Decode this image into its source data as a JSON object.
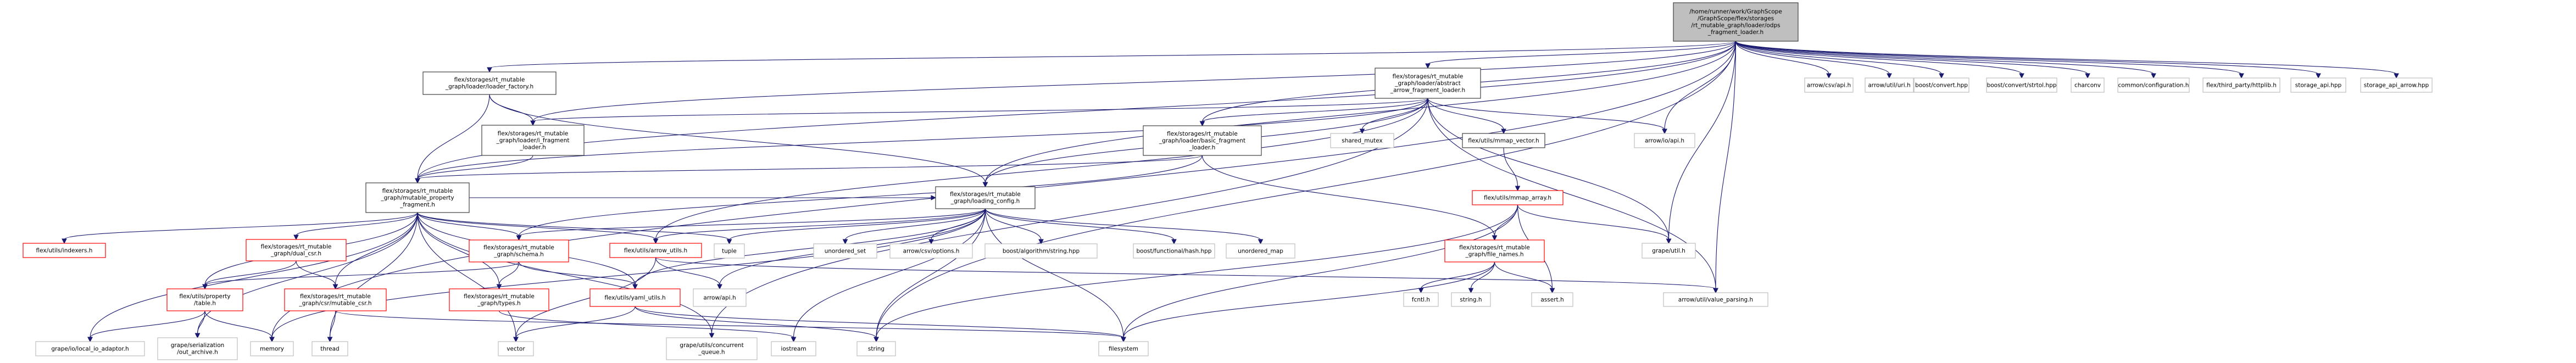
{
  "title": "Include dependency graph for odps_fragment_loader.h",
  "colors": {
    "edge": "#191970",
    "root_fill": "#bfbfbf",
    "documented_border": "#404040",
    "truncated_border": "#ff0000",
    "external_border": "#bfbfbf"
  },
  "nodes": [
    {
      "id": "root",
      "kind": "root",
      "lines": [
        "/home/runner/work/GraphScope",
        "/GraphScope/flex/storages",
        "/rt_mutable_graph/loader/odps",
        "_fragment_loader.h"
      ]
    },
    {
      "id": "loader_factory",
      "kind": "doc",
      "lines": [
        "flex/storages/rt_mutable",
        "_graph/loader/loader_factory.h"
      ]
    },
    {
      "id": "abstract_loader",
      "kind": "doc",
      "lines": [
        "flex/storages/rt_mutable",
        "_graph/loader/abstract",
        "_arrow_fragment_loader.h"
      ]
    },
    {
      "id": "arrow_csv_api",
      "kind": "ext",
      "lines": [
        "arrow/csv/api.h"
      ]
    },
    {
      "id": "arrow_util_uri",
      "kind": "ext",
      "lines": [
        "arrow/util/uri.h"
      ]
    },
    {
      "id": "boost_convert",
      "kind": "ext",
      "lines": [
        "boost/convert.hpp"
      ]
    },
    {
      "id": "boost_convert_strtol",
      "kind": "ext",
      "lines": [
        "boost/convert/strtol.hpp"
      ]
    },
    {
      "id": "charconv",
      "kind": "ext",
      "lines": [
        "charconv"
      ]
    },
    {
      "id": "common_configuration",
      "kind": "ext",
      "lines": [
        "common/configuration.h"
      ]
    },
    {
      "id": "httplib",
      "kind": "ext",
      "lines": [
        "flex/third_party/httplib.h"
      ]
    },
    {
      "id": "storage_api",
      "kind": "ext",
      "lines": [
        "storage_api.hpp"
      ]
    },
    {
      "id": "storage_api_arrow",
      "kind": "ext",
      "lines": [
        "storage_api_arrow.hpp"
      ]
    },
    {
      "id": "i_fragment_loader",
      "kind": "doc",
      "lines": [
        "flex/storages/rt_mutable",
        "_graph/loader/i_fragment",
        "_loader.h"
      ]
    },
    {
      "id": "basic_fragment_loader",
      "kind": "doc",
      "lines": [
        "flex/storages/rt_mutable",
        "_graph/loader/basic_fragment",
        "_loader.h"
      ]
    },
    {
      "id": "shared_mutex",
      "kind": "ext",
      "lines": [
        "shared_mutex"
      ]
    },
    {
      "id": "mmap_vector",
      "kind": "doc",
      "lines": [
        "flex/utils/mmap_vector.h"
      ]
    },
    {
      "id": "arrow_io_api",
      "kind": "ext",
      "lines": [
        "arrow/io/api.h"
      ]
    },
    {
      "id": "mutable_property_fragment",
      "kind": "doc",
      "lines": [
        "flex/storages/rt_mutable",
        "_graph/mutable_property",
        "_fragment.h"
      ]
    },
    {
      "id": "loading_config",
      "kind": "doc",
      "lines": [
        "flex/storages/rt_mutable",
        "_graph/loading_config.h"
      ]
    },
    {
      "id": "mmap_array",
      "kind": "trunc",
      "lines": [
        "flex/utils/mmap_array.h"
      ]
    },
    {
      "id": "indexers",
      "kind": "trunc",
      "lines": [
        "flex/utils/indexers.h"
      ]
    },
    {
      "id": "dual_csr",
      "kind": "trunc",
      "lines": [
        "flex/storages/rt_mutable",
        "_graph/dual_csr.h"
      ]
    },
    {
      "id": "schema",
      "kind": "trunc",
      "lines": [
        "flex/storages/rt_mutable",
        "_graph/schema.h"
      ]
    },
    {
      "id": "arrow_utils",
      "kind": "trunc",
      "lines": [
        "flex/utils/arrow_utils.h"
      ]
    },
    {
      "id": "tuple",
      "kind": "ext",
      "lines": [
        "tuple"
      ]
    },
    {
      "id": "unordered_set",
      "kind": "ext",
      "lines": [
        "unordered_set"
      ]
    },
    {
      "id": "arrow_csv_options",
      "kind": "ext",
      "lines": [
        "arrow/csv/options.h"
      ]
    },
    {
      "id": "boost_algorithm_string",
      "kind": "ext",
      "lines": [
        "boost/algorithm/string.hpp"
      ]
    },
    {
      "id": "boost_functional_hash",
      "kind": "ext",
      "lines": [
        "boost/functional/hash.hpp"
      ]
    },
    {
      "id": "unordered_map",
      "kind": "ext",
      "lines": [
        "unordered_map"
      ]
    },
    {
      "id": "file_names",
      "kind": "trunc",
      "lines": [
        "flex/storages/rt_mutable",
        "_graph/file_names.h"
      ]
    },
    {
      "id": "grape_util",
      "kind": "ext",
      "lines": [
        "grape/util.h"
      ]
    },
    {
      "id": "property_table",
      "kind": "trunc",
      "lines": [
        "flex/utils/property",
        "/table.h"
      ]
    },
    {
      "id": "mutable_csr",
      "kind": "trunc",
      "lines": [
        "flex/storages/rt_mutable",
        "_graph/csr/mutable_csr.h"
      ]
    },
    {
      "id": "types",
      "kind": "trunc",
      "lines": [
        "flex/storages/rt_mutable",
        "_graph/types.h"
      ]
    },
    {
      "id": "yaml_utils",
      "kind": "trunc",
      "lines": [
        "flex/utils/yaml_utils.h"
      ]
    },
    {
      "id": "arrow_api",
      "kind": "ext",
      "lines": [
        "arrow/api.h"
      ]
    },
    {
      "id": "fcntl",
      "kind": "ext",
      "lines": [
        "fcntl.h"
      ]
    },
    {
      "id": "string_h",
      "kind": "ext",
      "lines": [
        "string.h"
      ]
    },
    {
      "id": "assert_h",
      "kind": "ext",
      "lines": [
        "assert.h"
      ]
    },
    {
      "id": "value_parsing",
      "kind": "ext",
      "lines": [
        "arrow/util/value_parsing.h"
      ]
    },
    {
      "id": "local_io_adaptor",
      "kind": "ext",
      "lines": [
        "grape/io/local_io_adaptor.h"
      ]
    },
    {
      "id": "out_archive",
      "kind": "ext",
      "lines": [
        "grape/serialization",
        "/out_archive.h"
      ]
    },
    {
      "id": "memory",
      "kind": "ext",
      "lines": [
        "memory"
      ]
    },
    {
      "id": "thread",
      "kind": "ext",
      "lines": [
        "thread"
      ]
    },
    {
      "id": "vector",
      "kind": "ext",
      "lines": [
        "vector"
      ]
    },
    {
      "id": "concurrent_queue",
      "kind": "ext",
      "lines": [
        "grape/utils/concurrent",
        "_queue.h"
      ]
    },
    {
      "id": "iostream",
      "kind": "ext",
      "lines": [
        "iostream"
      ]
    },
    {
      "id": "string",
      "kind": "ext",
      "lines": [
        "string"
      ]
    },
    {
      "id": "filesystem",
      "kind": "ext",
      "lines": [
        "filesystem"
      ]
    }
  ],
  "edges": [
    [
      "root",
      "loader_factory"
    ],
    [
      "root",
      "abstract_loader"
    ],
    [
      "root",
      "arrow_csv_api"
    ],
    [
      "root",
      "arrow_util_uri"
    ],
    [
      "root",
      "boost_convert"
    ],
    [
      "root",
      "boost_convert_strtol"
    ],
    [
      "root",
      "charconv"
    ],
    [
      "root",
      "common_configuration"
    ],
    [
      "root",
      "httplib"
    ],
    [
      "root",
      "storage_api"
    ],
    [
      "root",
      "storage_api_arrow"
    ],
    [
      "root",
      "i_fragment_loader"
    ],
    [
      "root",
      "basic_fragment_loader"
    ],
    [
      "root",
      "mutable_property_fragment"
    ],
    [
      "root",
      "loading_config"
    ],
    [
      "root",
      "arrow_io_api"
    ],
    [
      "root",
      "grape_util"
    ],
    [
      "root",
      "value_parsing"
    ],
    [
      "root",
      "memory"
    ],
    [
      "root",
      "string"
    ],
    [
      "loader_factory",
      "i_fragment_loader"
    ],
    [
      "loader_factory",
      "mutable_property_fragment"
    ],
    [
      "loader_factory",
      "loading_config"
    ],
    [
      "abstract_loader",
      "i_fragment_loader"
    ],
    [
      "abstract_loader",
      "basic_fragment_loader"
    ],
    [
      "abstract_loader",
      "shared_mutex"
    ],
    [
      "abstract_loader",
      "mmap_vector"
    ],
    [
      "abstract_loader",
      "arrow_io_api"
    ],
    [
      "abstract_loader",
      "mutable_property_fragment"
    ],
    [
      "abstract_loader",
      "loading_config"
    ],
    [
      "abstract_loader",
      "arrow_utils"
    ],
    [
      "abstract_loader",
      "grape_util"
    ],
    [
      "abstract_loader",
      "value_parsing"
    ],
    [
      "abstract_loader",
      "concurrent_queue"
    ],
    [
      "i_fragment_loader",
      "mutable_property_fragment"
    ],
    [
      "basic_fragment_loader",
      "mutable_property_fragment"
    ],
    [
      "basic_fragment_loader",
      "file_names"
    ],
    [
      "basic_fragment_loader",
      "schema"
    ],
    [
      "mmap_vector",
      "mmap_array"
    ],
    [
      "mmap_array",
      "file_names"
    ],
    [
      "mmap_array",
      "grape_util"
    ],
    [
      "mmap_array",
      "assert_h"
    ],
    [
      "mmap_array",
      "string"
    ],
    [
      "mmap_array",
      "filesystem"
    ],
    [
      "mutable_property_fragment",
      "indexers"
    ],
    [
      "mutable_property_fragment",
      "dual_csr"
    ],
    [
      "mutable_property_fragment",
      "schema"
    ],
    [
      "mutable_property_fragment",
      "arrow_utils"
    ],
    [
      "mutable_property_fragment",
      "tuple"
    ],
    [
      "mutable_property_fragment",
      "property_table"
    ],
    [
      "mutable_property_fragment",
      "mutable_csr"
    ],
    [
      "mutable_property_fragment",
      "types"
    ],
    [
      "mutable_property_fragment",
      "yaml_utils"
    ],
    [
      "mutable_property_fragment",
      "local_io_adaptor"
    ],
    [
      "mutable_property_fragment",
      "out_archive"
    ],
    [
      "mutable_property_fragment",
      "thread"
    ],
    [
      "mutable_property_fragment",
      "vector"
    ],
    [
      "mutable_property_fragment",
      "concurrent_queue"
    ],
    [
      "mutable_property_fragment",
      "loading_config"
    ],
    [
      "loading_config",
      "schema"
    ],
    [
      "loading_config",
      "arrow_utils"
    ],
    [
      "loading_config",
      "tuple"
    ],
    [
      "loading_config",
      "unordered_set"
    ],
    [
      "loading_config",
      "arrow_csv_options"
    ],
    [
      "loading_config",
      "boost_algorithm_string"
    ],
    [
      "loading_config",
      "boost_functional_hash"
    ],
    [
      "loading_config",
      "unordered_map"
    ],
    [
      "loading_config",
      "yaml_utils"
    ],
    [
      "loading_config",
      "arrow_api"
    ],
    [
      "loading_config",
      "iostream"
    ],
    [
      "loading_config",
      "string"
    ],
    [
      "loading_config",
      "filesystem"
    ],
    [
      "loading_config",
      "memory"
    ],
    [
      "dual_csr",
      "property_table"
    ],
    [
      "dual_csr",
      "mutable_csr"
    ],
    [
      "schema",
      "property_table"
    ],
    [
      "schema",
      "types"
    ],
    [
      "schema",
      "yaml_utils"
    ],
    [
      "arrow_utils",
      "arrow_api"
    ],
    [
      "arrow_utils",
      "vector"
    ],
    [
      "arrow_utils",
      "value_parsing"
    ],
    [
      "property_table",
      "local_io_adaptor"
    ],
    [
      "property_table",
      "out_archive"
    ],
    [
      "property_table",
      "memory"
    ],
    [
      "mutable_csr",
      "thread"
    ],
    [
      "mutable_csr",
      "filesystem"
    ],
    [
      "types",
      "iostream"
    ],
    [
      "yaml_utils",
      "vector"
    ],
    [
      "yaml_utils",
      "string"
    ],
    [
      "yaml_utils",
      "filesystem"
    ],
    [
      "file_names",
      "fcntl"
    ],
    [
      "file_names",
      "string_h"
    ],
    [
      "file_names",
      "assert_h"
    ],
    [
      "file_names",
      "filesystem"
    ]
  ]
}
